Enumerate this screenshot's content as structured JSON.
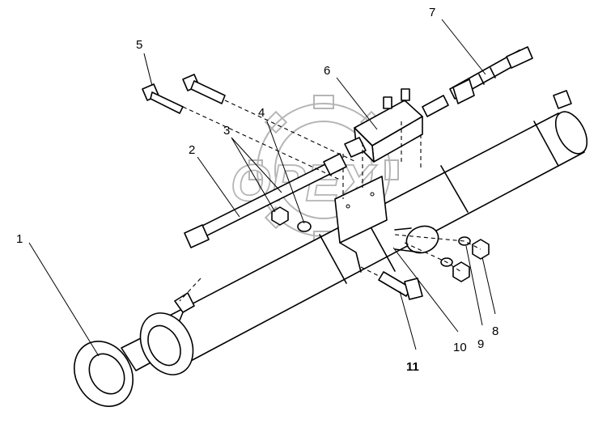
{
  "watermark": {
    "text": "OPEX"
  },
  "callouts": [
    {
      "id": "1",
      "text": "1"
    },
    {
      "id": "2",
      "text": "2"
    },
    {
      "id": "3",
      "text": "3"
    },
    {
      "id": "4",
      "text": "4"
    },
    {
      "id": "5",
      "text": "5"
    },
    {
      "id": "6",
      "text": "6"
    },
    {
      "id": "7",
      "text": "7"
    },
    {
      "id": "8",
      "text": "8"
    },
    {
      "id": "9",
      "text": "9"
    },
    {
      "id": "10",
      "text": "10"
    },
    {
      "id": "11",
      "text": "11"
    }
  ]
}
